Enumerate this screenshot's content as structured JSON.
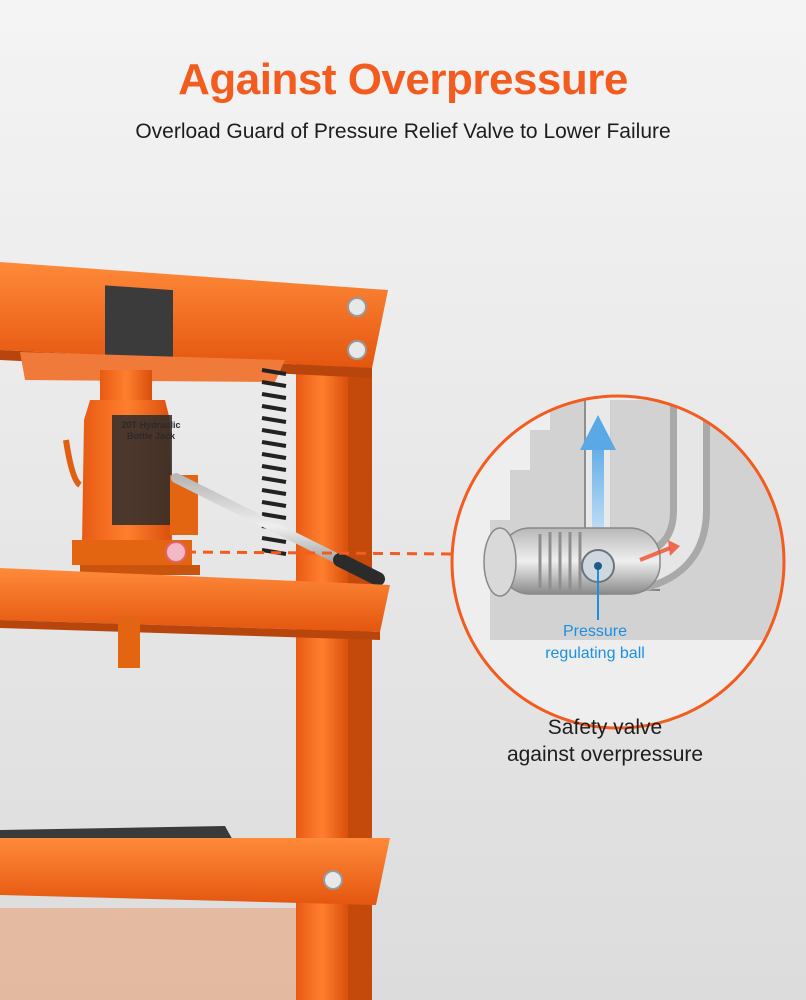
{
  "header": {
    "title": "Against Overpressure",
    "subtitle": "Overload Guard of Pressure Relief Valve to Lower Failure"
  },
  "product": {
    "jack_label_line1": "20T Hydraulic",
    "jack_label_line2": "Bottle Jack"
  },
  "callout": {
    "ball_label_line1": "Pressure",
    "ball_label_line2": "regulating ball",
    "caption_line1": "Safety valve",
    "caption_line2": "against overpressure"
  },
  "colors": {
    "accent": "#f35b1f",
    "frame_orange": "#f26a1b",
    "ball_label_blue": "#1d8fe0"
  },
  "icons": [
    "up-arrow-icon",
    "dashed-leader-line",
    "callout-circle"
  ]
}
